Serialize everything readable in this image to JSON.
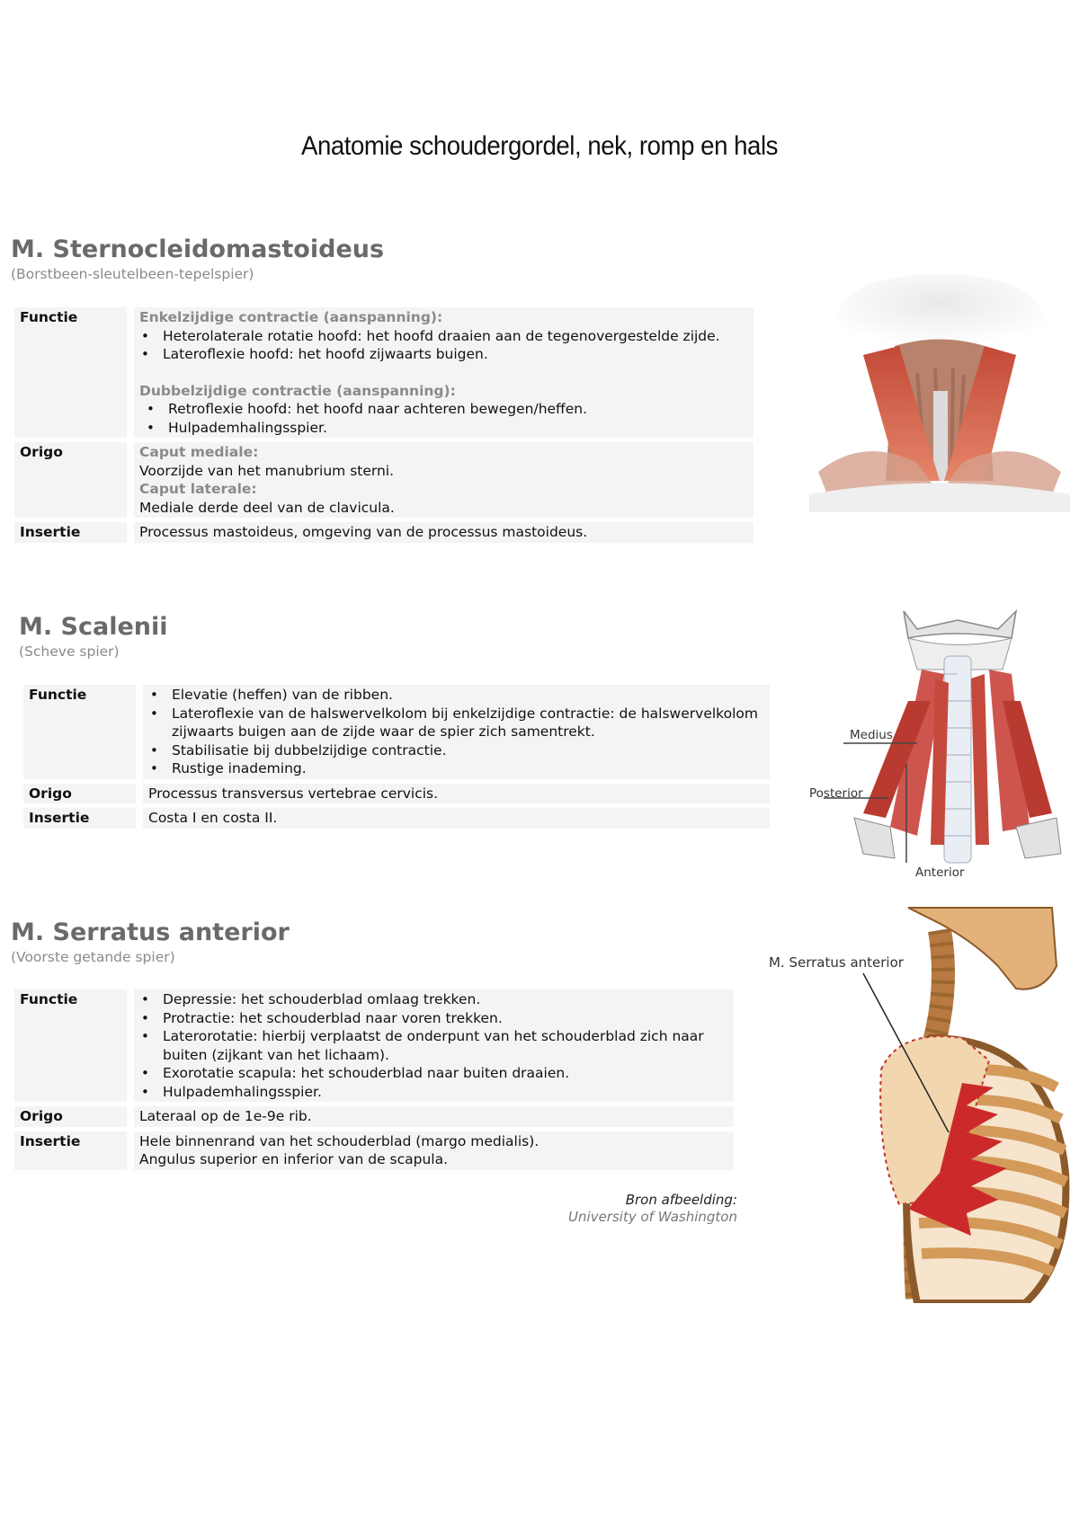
{
  "page": {
    "title": "Anatomie schoudergordel, nek, romp en hals"
  },
  "labels": {
    "functie": "Functie",
    "origo": "Origo",
    "insertie": "Insertie"
  },
  "muscles": [
    {
      "name": "M. Sternocleidomastoideus",
      "subtitle": "(Borstbeen-sleutelbeen-tepelspier)",
      "functie": {
        "groups": [
          {
            "heading": "Enkelzijdige contractie (aanspanning):",
            "items": [
              "Heterolaterale rotatie hoofd: het hoofd draaien aan de tegenovergestelde zijde.",
              "Lateroflexie hoofd: het hoofd zijwaarts buigen."
            ]
          },
          {
            "heading": "Dubbelzijdige contractie (aanspanning):",
            "items": [
              "Retroflexie hoofd: het hoofd naar achteren bewegen/heffen.",
              "Hulpademhalingsspier."
            ]
          }
        ]
      },
      "origo": [
        {
          "heading": "Caput mediale:",
          "text": "Voorzijde van het manubrium sterni."
        },
        {
          "heading": "Caput laterale:",
          "text": "Mediale derde deel van de clavicula."
        }
      ],
      "insertie": [
        "Processus mastoideus, omgeving van de processus mastoideus."
      ],
      "image": {
        "name": "sternocleidomastoideus-illustration"
      }
    },
    {
      "name": "M. Scalenii",
      "subtitle": "(Scheve spier)",
      "functie": {
        "items": [
          "Elevatie (heffen) van de ribben.",
          "Lateroflexie van de halswervelkolom bij enkelzijdige contractie: de halswervelkolom zijwaarts buigen aan de zijde waar de spier zich samentrekt.",
          "Stabilisatie bij dubbelzijdige contractie.",
          "Rustige inademing."
        ]
      },
      "origo": [
        "Processus transversus vertebrae cervicis."
      ],
      "insertie": [
        "Costa I en costa II."
      ],
      "image": {
        "name": "scalenii-illustration",
        "labels": [
          "Medius",
          "Posterior",
          "Anterior"
        ]
      }
    },
    {
      "name": "M. Serratus anterior",
      "subtitle": "(Voorste getande spier)",
      "functie": {
        "items": [
          "Depressie: het schouderblad omlaag trekken.",
          "Protractie: het schouderblad naar voren trekken.",
          "Laterorotatie: hierbij verplaatst de onderpunt van het schouderblad zich naar buiten (zijkant van het lichaam).",
          "Exorotatie scapula: het schouderblad naar buiten draaien.",
          "Hulpademhalingsspier."
        ]
      },
      "origo": [
        "Lateraal op de 1e-9e rib."
      ],
      "insertie": [
        "Hele binnenrand van het schouderblad (margo medialis).",
        "Angulus superior en inferior van de scapula."
      ],
      "image": {
        "name": "serratus-anterior-illustration",
        "labels": [
          "M. Serratus anterior"
        ]
      }
    }
  ],
  "credit": {
    "line1": "Bron afbeelding:",
    "line2": "University of Washington"
  },
  "colors": {
    "section_title": "#6a6a6a",
    "subtitle": "#8a8a8a",
    "table_bg": "#f4f4f4",
    "muscle_red": "#c8332a",
    "bone": "#d9a56a"
  }
}
